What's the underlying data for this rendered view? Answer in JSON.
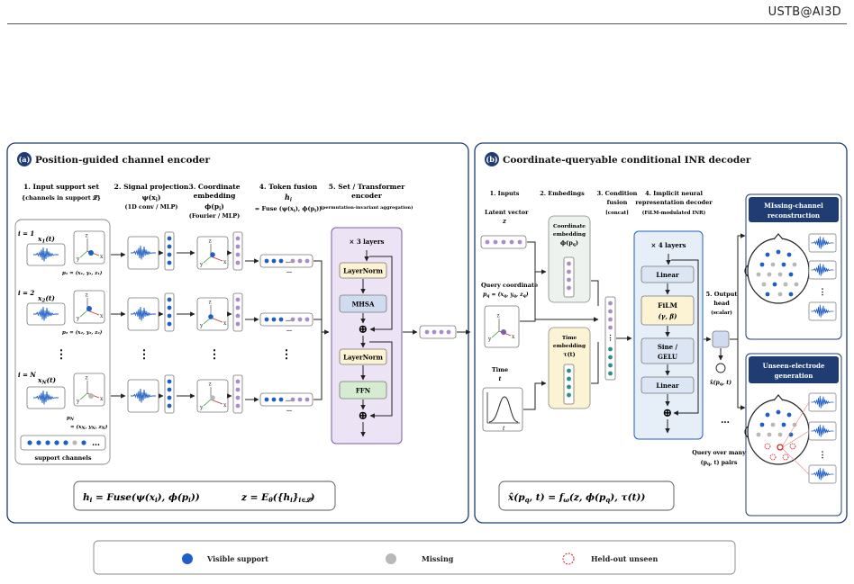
{
  "brand": "USTB@AI3D",
  "panel_a": {
    "badge": "(a)",
    "title": "Position-guided channel encoder",
    "col1": {
      "title": "1. Input support set",
      "sub": "{channels in support 𝓛}"
    },
    "col2": {
      "title": "2. Signal projection",
      "f1": "ψ(x",
      "sub": "(1D conv / MLP)"
    },
    "col3": {
      "t1": "3. Coordinate",
      "t2": "embedding",
      "f1": "ϕ(p",
      "sub": "(Fourier / MLP)"
    },
    "col4": {
      "title": "4. Token fusion",
      "f1": "h",
      "f2": "= Fuse (ψ(x",
      "f3": "), ϕ(p",
      "f4": "))"
    },
    "col5": {
      "t1": "5. Set / Transformer",
      "t2": "encoder",
      "sub": "(permutation-invariant aggregation)"
    },
    "rows": [
      {
        "idx": "i = 1",
        "sig": "x",
        "sub": "1",
        "coord": "p₁ = (x₁, y₁, z₁)"
      },
      {
        "idx": "i = 2",
        "sig": "x",
        "sub": "2",
        "coord": "p₂ = (x₂, y₂, z₂)"
      },
      {
        "idx": "i = N",
        "sig": "x",
        "sub": "N",
        "coord1": "p",
        "coord2": "= (x",
        "coord3": ", y",
        "coord4": ", z",
        "coord5": ")"
      }
    ],
    "vdots": "⋮",
    "support_label": "support channels",
    "ellipsis": "…",
    "token_ellipsis": "…",
    "layers": "× 3 layers",
    "blocks": {
      "ln1": "LayerNorm",
      "mhsa": "MHSA",
      "ln2": "LayerNorm",
      "ffn": "FFN"
    },
    "oplus": "⊕",
    "formula_h": "h",
    "formula_h_rest": " = Fuse(ψ(x",
    "formula_h_mid": "), ϕ(p",
    "formula_h_end": "))",
    "formula_z": "z = E",
    "formula_z_rest": "({h",
    "formula_z_end": "}",
    "formula_z_sub": "i∈𝓛",
    "formula_z_close": ")"
  },
  "panel_b": {
    "badge": "(b)",
    "title": "Coordinate-queryable conditional INR decoder",
    "col1": "1. Inputs",
    "col2": "2. Embedings",
    "col3": {
      "t1": "3. Condition",
      "t2": "fusion",
      "sub": "[concat]"
    },
    "col4": {
      "t1": "4. Implicit neural",
      "t2": "representation decoder",
      "sub": "(FiLM-modulated INR)"
    },
    "latent": {
      "t1": "Latent vector",
      "t2": "z"
    },
    "query": {
      "t1": "Query coordinate",
      "t2": "p",
      "t3": " = (x",
      "t4": ", y",
      "t5": ", z",
      "t6": ")"
    },
    "time": {
      "t1": "Time",
      "t2": "t",
      "axis": "t"
    },
    "coord_emb": {
      "t1": "Coordinate",
      "t2": "embedding",
      "t3": "ϕ(p"
    },
    "time_emb": {
      "t1": "Time",
      "t2": "embedding",
      "t3": "τ(t)"
    },
    "layers": "× 4 layers",
    "blocks": {
      "lin1": "Linear",
      "film1": "FiLM",
      "film2": "(γ, β)",
      "sine1": "Sine /",
      "sine2": "GELU",
      "lin2": "Linear"
    },
    "oplus": "⊕",
    "output": {
      "t1": "5. Output",
      "t2": "head",
      "t3": "(scalar)",
      "t4": "x̂(p",
      "t5": ", t)"
    },
    "query_many": {
      "t1": "Query over many",
      "t2": "(p",
      "t3": ", t) pairs"
    },
    "dots": "…",
    "cards": {
      "c1": {
        "t1": "MIssing-channel",
        "t2": "reconstruction"
      },
      "c2": {
        "t1": "Unseen-electrode",
        "t2": "generation"
      }
    },
    "formula": {
      "f1": "x̂(p",
      "f2": ", t) = f",
      "f3": "ω",
      "f4": "(z, ϕ(p",
      "f5": "), τ(t))"
    }
  },
  "legend": [
    {
      "label": "Visible support",
      "color": "#1f5fc4"
    },
    {
      "label": "Missing",
      "color": "#b8b8b8"
    },
    {
      "label": "Held-out unseen",
      "color": "#d62020"
    }
  ],
  "colors": {
    "dark_blue": "#1f3d73",
    "blue": "#1f5fc4",
    "purple": "#7d5ba8",
    "teal": "#2a8f8a",
    "lavender": "#ece4f5",
    "cream": "#fcf2d4"
  }
}
